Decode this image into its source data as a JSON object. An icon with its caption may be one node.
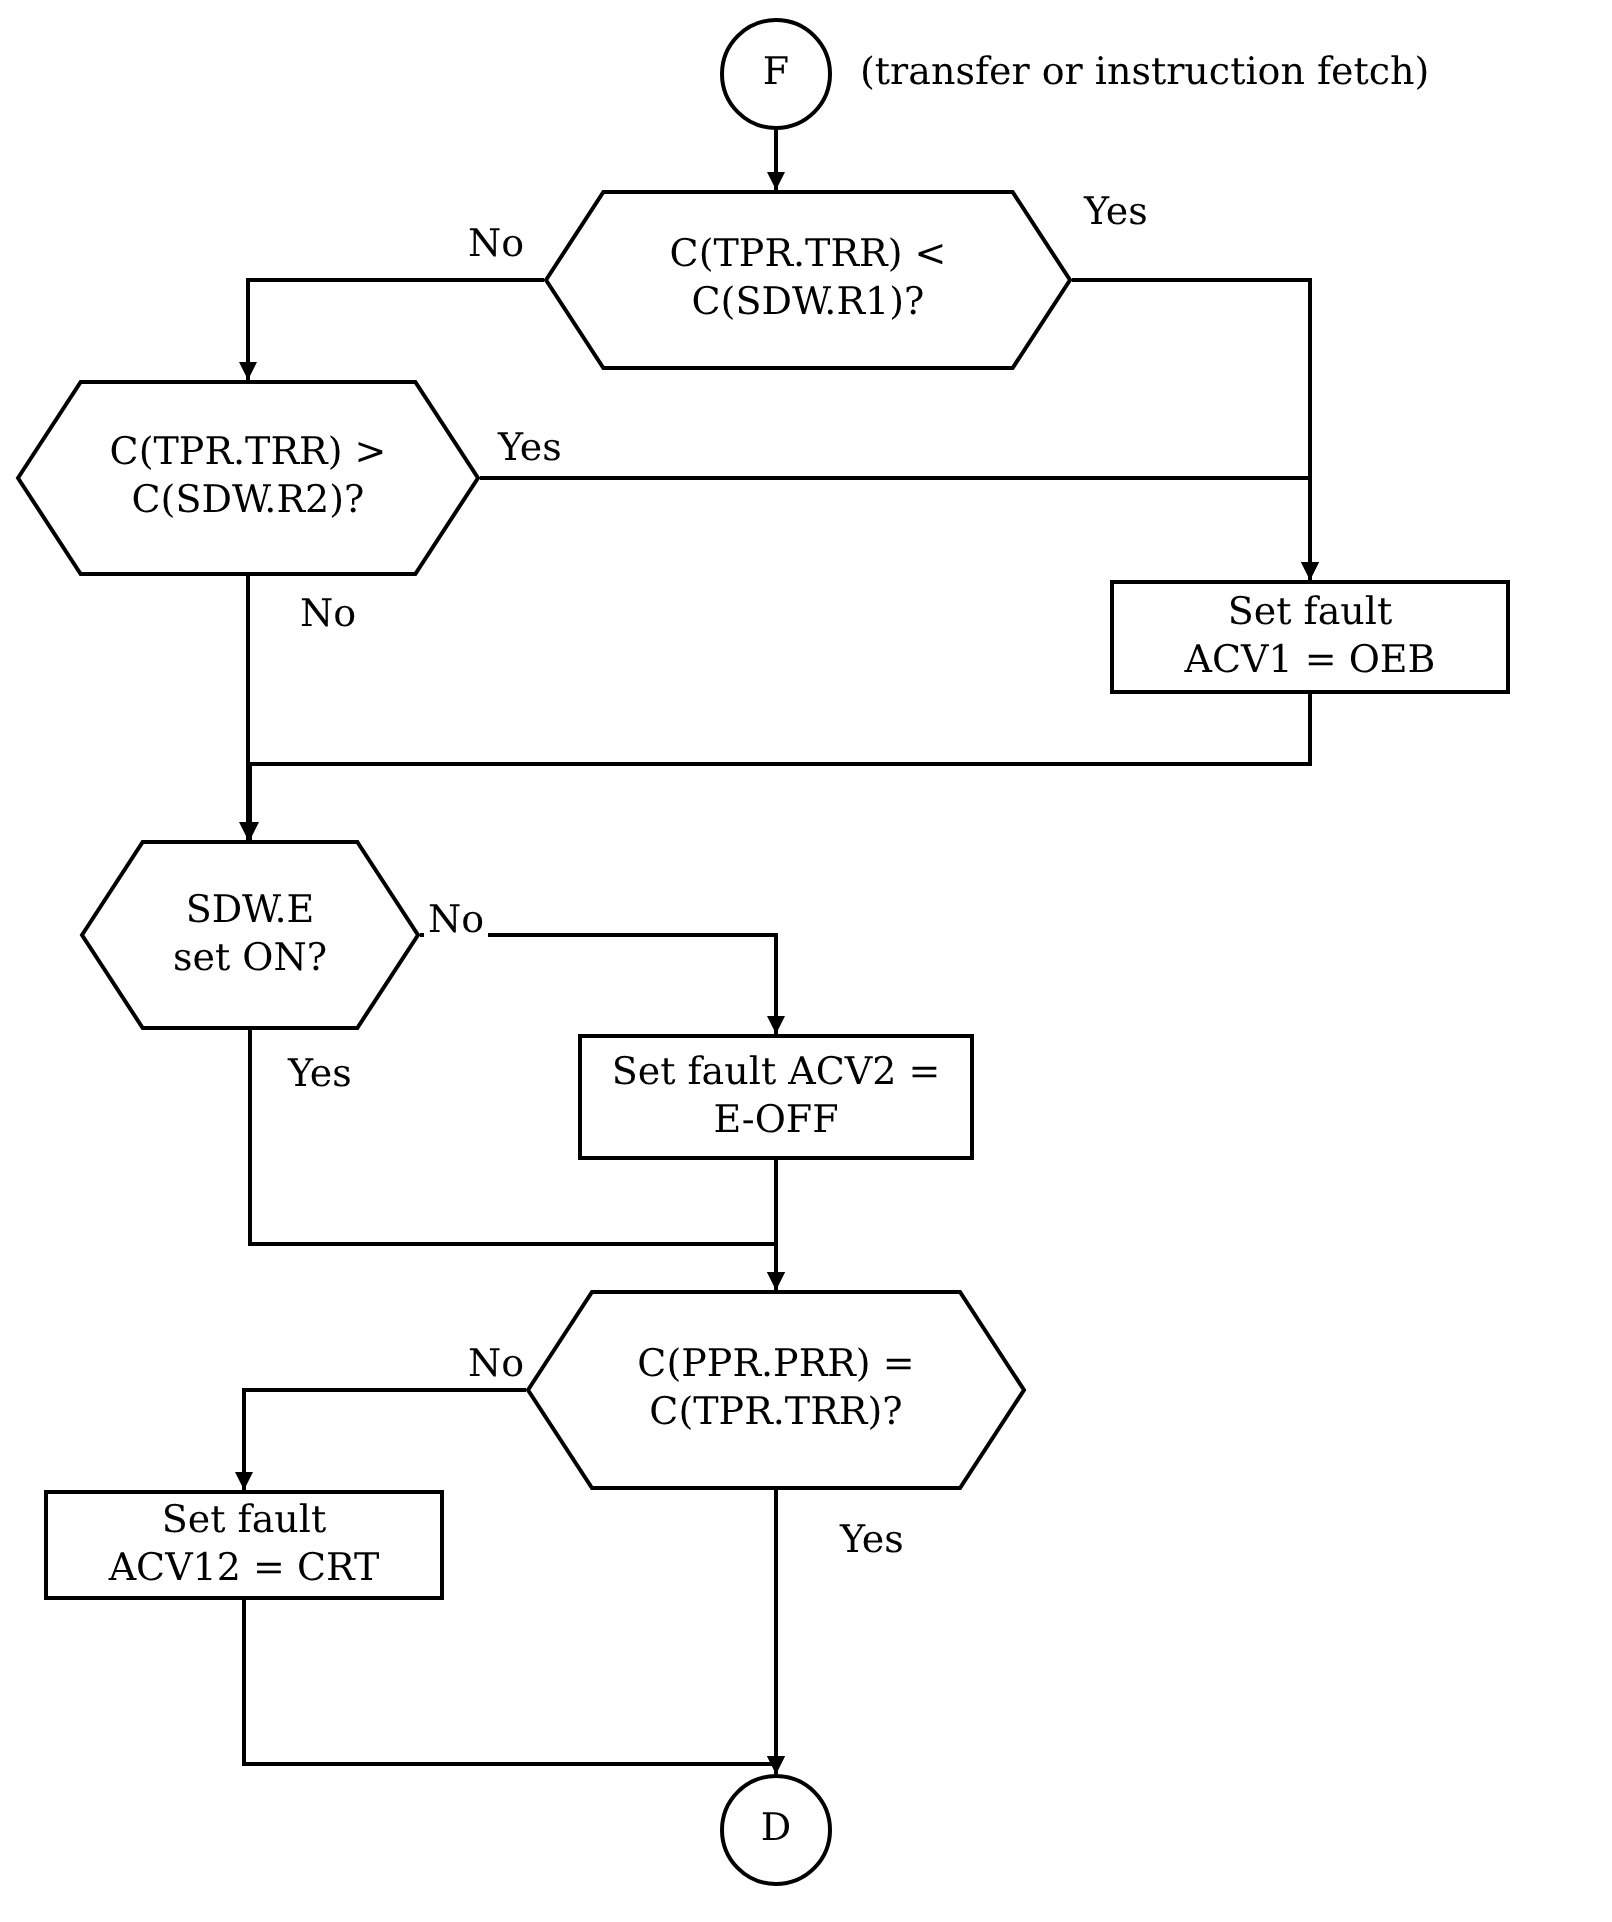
{
  "diagram": {
    "nodes": [
      {
        "text": [
          "F"
        ],
        "beside": [
          "(transfer or instruction fetch)"
        ]
      },
      {
        "text": [
          "C(TPR.TRR) < C(SDW.R1)?"
        ]
      },
      {
        "text": [
          "C(TPR.TRR) > C(SDW.R2)?"
        ]
      },
      {
        "text": [
          "Set fault ACV1 = OEB"
        ]
      },
      {
        "text": [
          "SDW.E set ON?"
        ]
      },
      {
        "text": [
          "Set fault ACV2 = E-OFF"
        ]
      },
      {
        "text": [
          "C(PPR.PRR) = C(TPR.TRR)?"
        ]
      },
      {
        "text": [
          "Set fault ACV12 = CRT"
        ]
      },
      {
        "text": [
          "D"
        ]
      }
    ],
    "edges": [
      {
        "from": 0,
        "to": 1,
        "arrow": "to"
      },
      {
        "from": 1,
        "to": 2,
        "arrow": "to",
        "label": "No"
      },
      {
        "from": 1,
        "to": 3,
        "arrow": "to",
        "label": "Yes"
      },
      {
        "from": 2,
        "to": 3,
        "arrow": "to",
        "label": "Yes"
      },
      {
        "from": 2,
        "to": 4,
        "arrow": "to",
        "label": "No"
      },
      {
        "from": 3,
        "to": 4,
        "arrow": "to"
      },
      {
        "from": 4,
        "to": 5,
        "arrow": "to",
        "label": "No"
      },
      {
        "from": 4,
        "to": 6,
        "arrow": "to",
        "label": "Yes"
      },
      {
        "from": 5,
        "to": 6,
        "arrow": "to"
      },
      {
        "from": 6,
        "to": 7,
        "arrow": "to",
        "label": "No"
      },
      {
        "from": 6,
        "to": 8,
        "arrow": "to",
        "label": "Yes"
      },
      {
        "from": 7,
        "to": 8,
        "arrow": "to"
      }
    ]
  }
}
